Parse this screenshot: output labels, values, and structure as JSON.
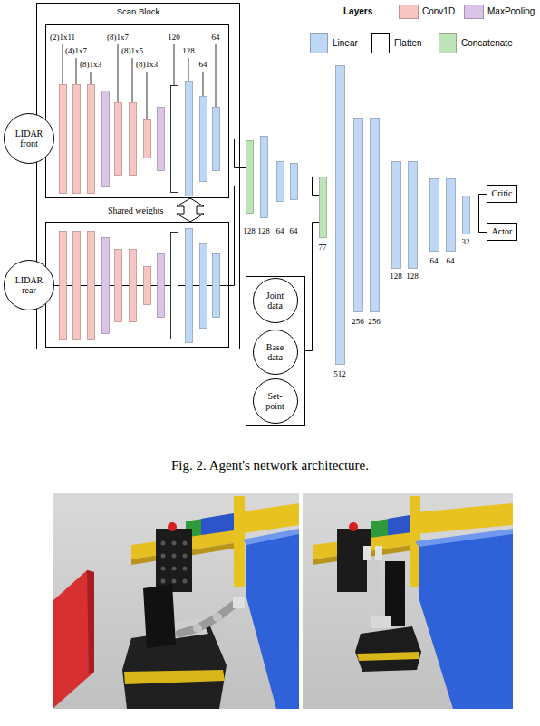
{
  "diagram": {
    "caption": "Fig. 2. Agent's network architecture.",
    "nodes": [
      {
        "text": [
          "Scan Block"
        ]
      },
      {
        "text": [
          "LIDAR front"
        ]
      },
      {
        "text": [
          "LIDAR rear"
        ]
      },
      {
        "text": [
          "Joint data"
        ]
      },
      {
        "text": [
          "Base data"
        ]
      },
      {
        "text": [
          "Set-point"
        ]
      },
      {
        "text": [
          "Critic"
        ]
      },
      {
        "text": [
          "Actor"
        ]
      }
    ],
    "labels": [
      "Layers",
      "(2)1x11",
      "(4)1x7",
      "(8)1x3",
      "(8)1x7",
      "(8)1x5",
      "(8)1x3",
      "120",
      "128",
      "64",
      "64",
      "Shared weights",
      "128",
      "128",
      "64",
      "64",
      "77",
      "512",
      "256",
      "256",
      "128",
      "128",
      "64",
      "64",
      "32"
    ],
    "legend": [
      {
        "text": "Conv1D",
        "color": "#f7c6c3"
      },
      {
        "text": "MaxPooling",
        "color": "#dcc3e8"
      },
      {
        "text": "Linear",
        "color": "#bdd7f5"
      },
      {
        "text": "Flatten",
        "color": "#ffffff"
      },
      {
        "text": "Concatenate",
        "color": "#bfe3b8"
      }
    ]
  }
}
